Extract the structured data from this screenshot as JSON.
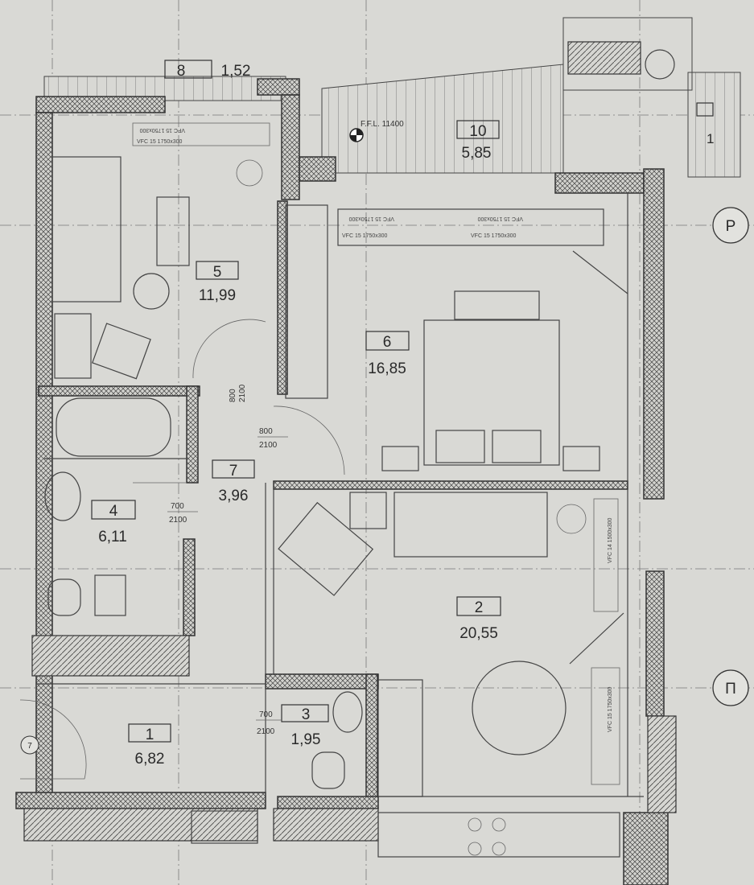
{
  "rooms": [
    {
      "id": "8",
      "area": "1,52"
    },
    {
      "id": "10",
      "area": "5,85"
    },
    {
      "id": "5",
      "area": "11,99"
    },
    {
      "id": "6",
      "area": "16,85"
    },
    {
      "id": "7",
      "area": "3,96"
    },
    {
      "id": "4",
      "area": "6,11"
    },
    {
      "id": "2",
      "area": "20,55"
    },
    {
      "id": "3",
      "area": "1,95"
    },
    {
      "id": "1",
      "area": "6,82"
    }
  ],
  "balcony_small_label": "1",
  "ffl_label": "F.F.L. 11400",
  "axis_markers": {
    "right_top": "Р",
    "right_bottom": "П",
    "left": "7"
  },
  "doors": [
    {
      "width": "800",
      "height": "2100"
    },
    {
      "width": "800",
      "height": "2100"
    },
    {
      "width": "700",
      "height": "2100"
    },
    {
      "width": "700",
      "height": "2100"
    }
  ],
  "radiators": {
    "vfc15": "VFC 15 1750x300",
    "vfc15_mirror": "VFC 15 1750x300",
    "vfc14": "VFC 14 1500x300"
  }
}
